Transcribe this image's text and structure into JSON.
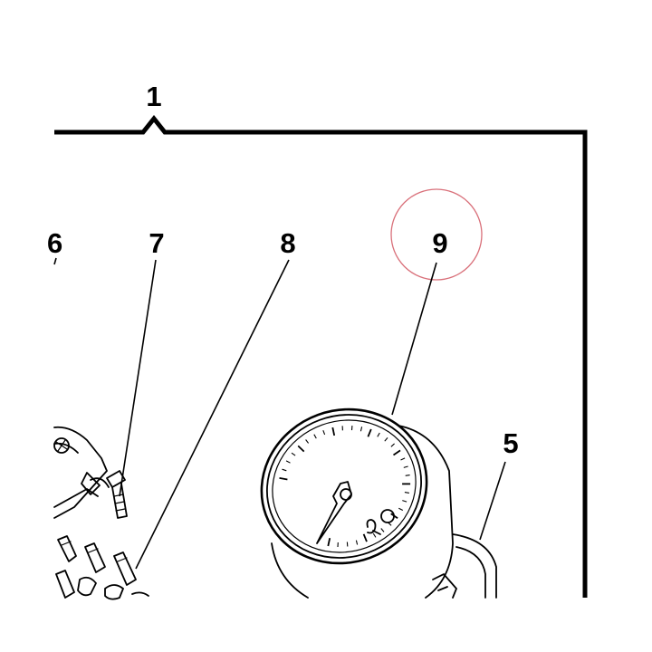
{
  "diagram": {
    "callouts": {
      "group": "1",
      "item_6": "6",
      "item_7": "7",
      "item_8": "8",
      "item_9": "9",
      "item_5": "5"
    },
    "highlighted_callout": "9",
    "colors": {
      "ink": "#000000",
      "background": "#ffffff",
      "highlight_circle": "#d9707a"
    },
    "icons": [
      "pressure-gauge",
      "bolt",
      "connector-terminals",
      "mounting-bracket",
      "hose"
    ]
  }
}
